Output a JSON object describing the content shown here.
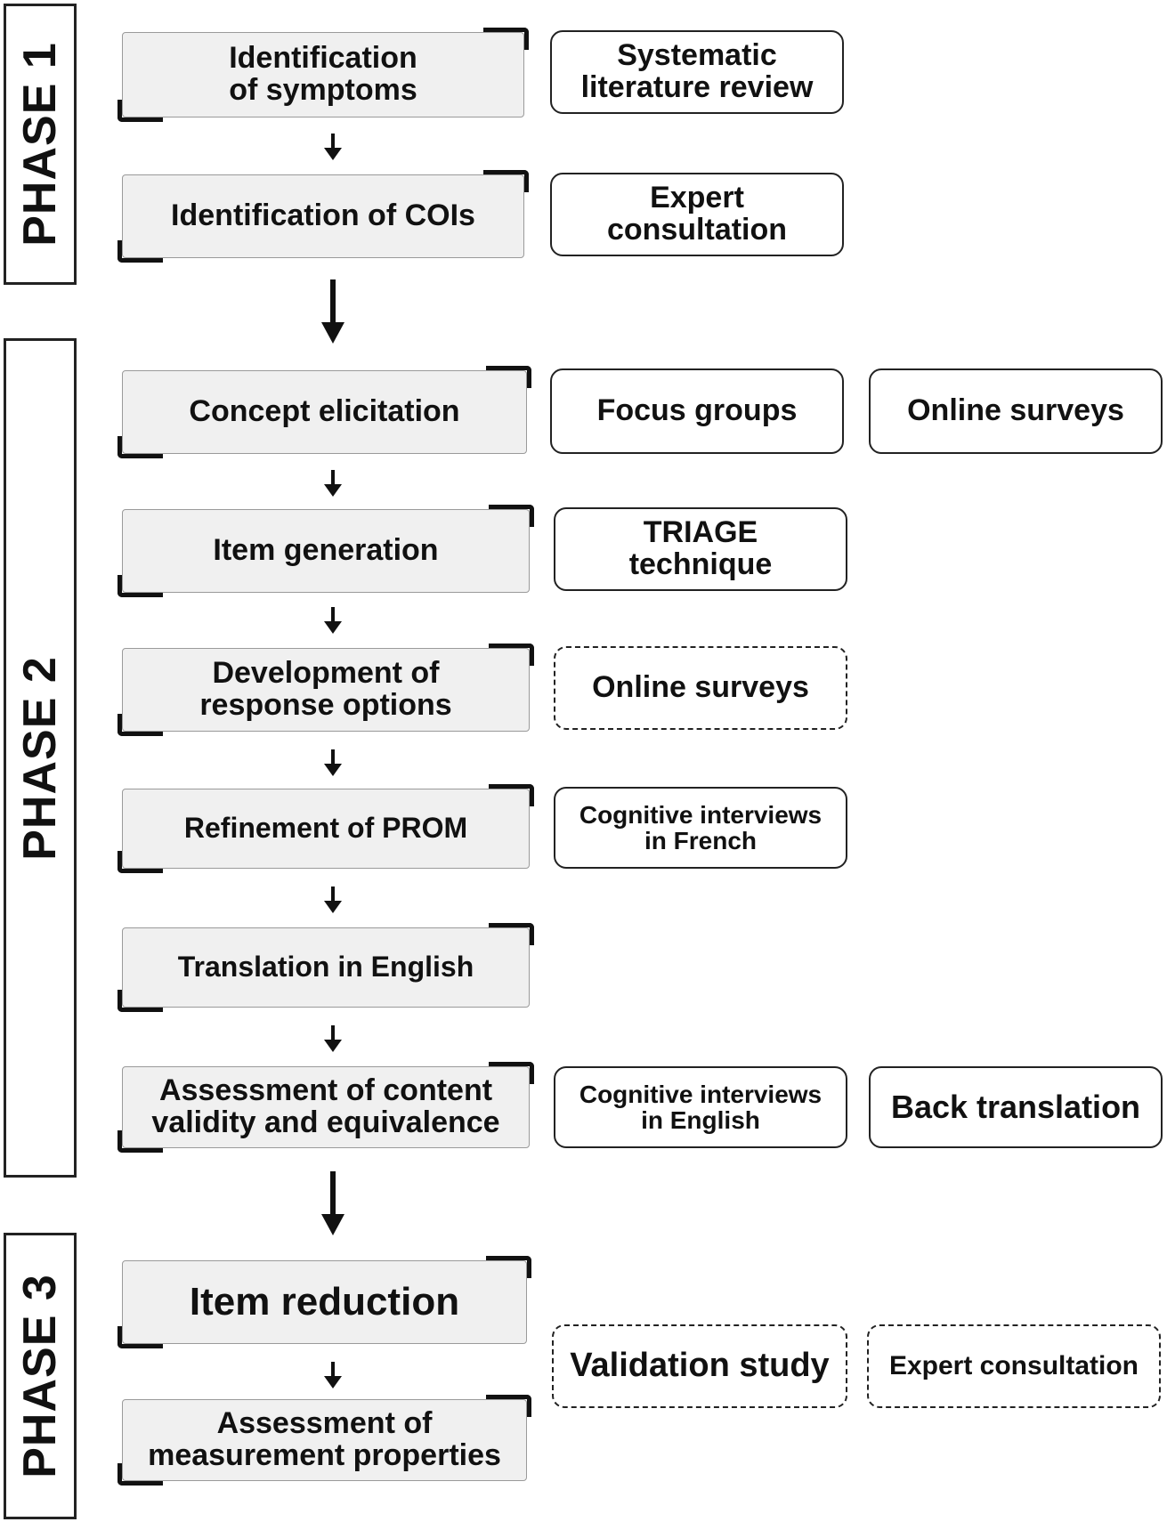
{
  "phases": [
    {
      "label": "PHASE 1"
    },
    {
      "label": "PHASE 2"
    },
    {
      "label": "PHASE 3"
    }
  ],
  "steps": [
    {
      "label": "Identification\nof symptoms"
    },
    {
      "label": "Identification of COIs"
    },
    {
      "label": "Concept elicitation"
    },
    {
      "label": "Item generation"
    },
    {
      "label": "Development of\nresponse options"
    },
    {
      "label": "Refinement of PROM"
    },
    {
      "label": "Translation in English"
    },
    {
      "label": "Assessment of content\nvalidity and equivalence"
    },
    {
      "label": "Item reduction"
    },
    {
      "label": "Assessment of\nmeasurement properties"
    }
  ],
  "methods": [
    {
      "label": "Systematic\nliterature review",
      "style": "solid"
    },
    {
      "label": "Expert\nconsultation",
      "style": "solid"
    },
    {
      "label": "Focus groups",
      "style": "solid"
    },
    {
      "label": "Online surveys",
      "style": "solid"
    },
    {
      "label": "TRIAGE\ntechnique",
      "style": "solid"
    },
    {
      "label": "Online surveys",
      "style": "dashed"
    },
    {
      "label": "Cognitive interviews\nin French",
      "style": "solid"
    },
    {
      "label": "Cognitive interviews\nin English",
      "style": "solid"
    },
    {
      "label": "Back translation",
      "style": "solid"
    },
    {
      "label": "Validation study",
      "style": "dashed"
    },
    {
      "label": "Expert consultation",
      "style": "dashed"
    }
  ]
}
